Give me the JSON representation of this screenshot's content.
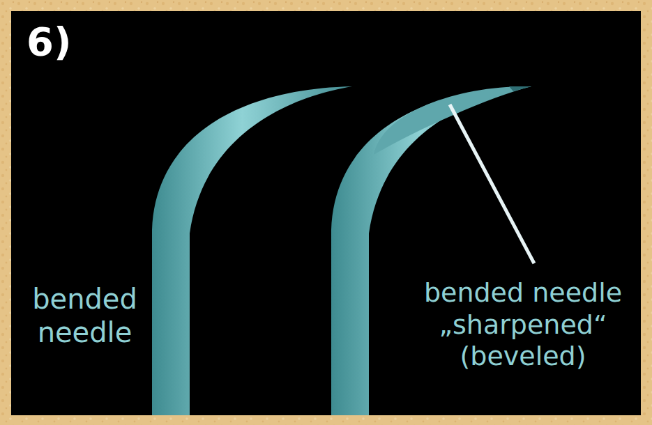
{
  "diagram": {
    "labels": [
      "6)",
      "bended needle",
      "bended needle „sharpened“ (beveled)"
    ]
  }
}
